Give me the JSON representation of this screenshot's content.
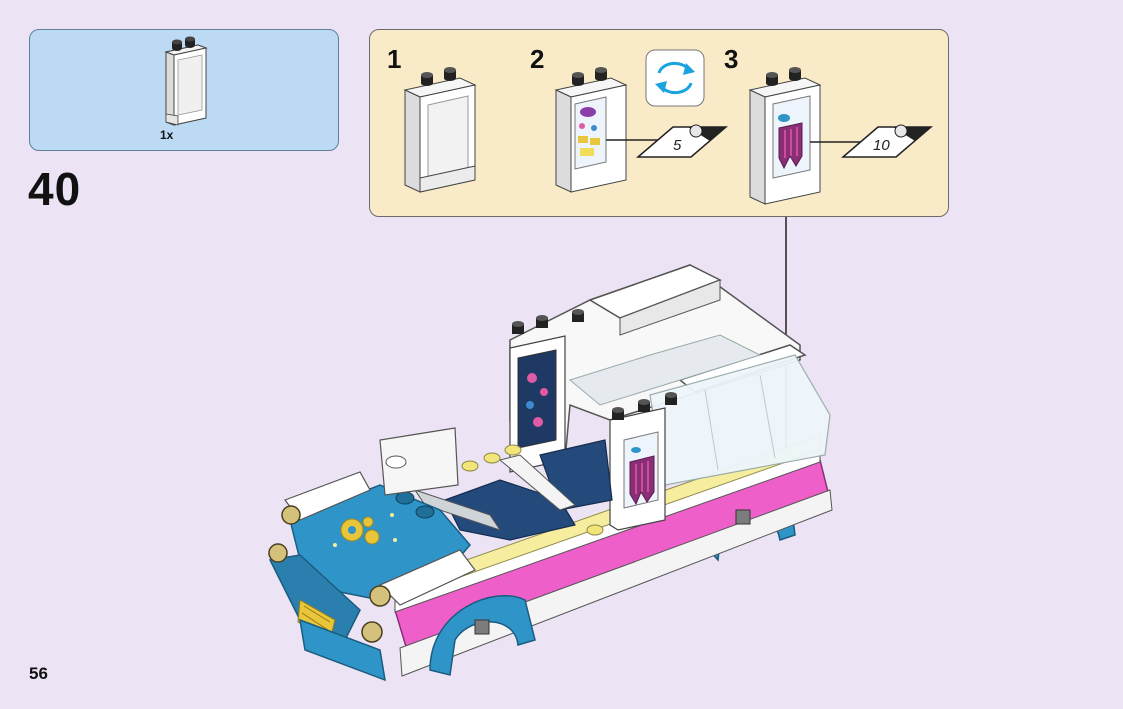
{
  "parts_list": {
    "quantity": "1x"
  },
  "step": {
    "number": "40"
  },
  "sub_assembly": {
    "steps": [
      {
        "label": "1"
      },
      {
        "label": "2"
      },
      {
        "label": "3"
      }
    ],
    "stickers": [
      {
        "number": "5"
      },
      {
        "number": "10"
      }
    ],
    "rotate_icon": "rotate-arrows-icon"
  },
  "page": {
    "number": "56"
  },
  "colors": {
    "background": "#ece4f4",
    "parts_box": "#bcdaf4",
    "sub_box": "#faebc8",
    "car_blue": "#2f95c8",
    "car_pink": "#ee5fc9",
    "car_yellow": "#f6ee9e",
    "seat_navy": "#244a7c"
  }
}
